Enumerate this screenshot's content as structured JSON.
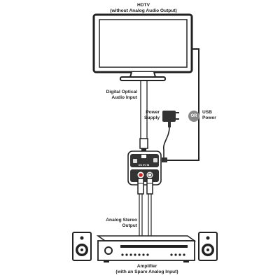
{
  "labels": {
    "hdtv_line1": "HDTV",
    "hdtv_line2": "(without Analog Audio Output)",
    "optical_line1": "Digital Optical",
    "optical_line2": "Audio Input",
    "power_line1": "Power",
    "power_line2": "Supply",
    "or_badge": "OR",
    "usb_line1": "USB",
    "usb_line2": "Power",
    "analog_line1": "Analog Stereo",
    "analog_line2": "Output",
    "amp_line1": "Amplifier",
    "amp_line2": "(with an Spare Analog Input)",
    "port_dc": "DC",
    "port_5v": "5V",
    "port_in": "IN"
  },
  "colors": {
    "line": "#222222",
    "device": "#555555",
    "badge": "#888888",
    "background": "#ffffff"
  }
}
